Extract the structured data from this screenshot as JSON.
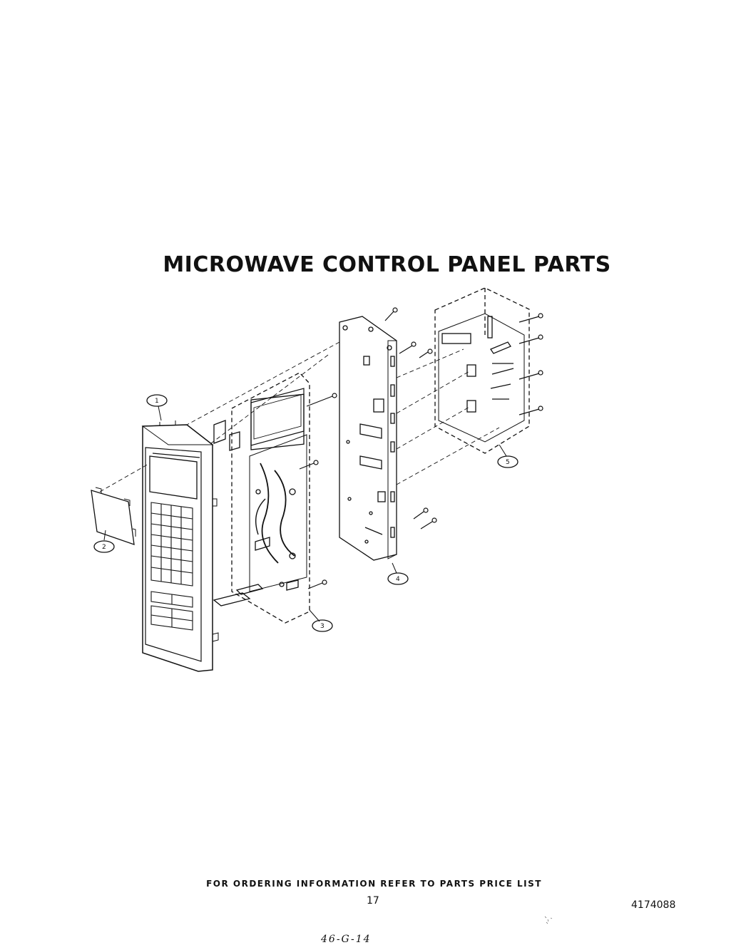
{
  "title": "MICROWAVE CONTROL PANEL PARTS",
  "callouts": [
    "1",
    "2",
    "3",
    "4",
    "5"
  ],
  "footer": "FOR ORDERING INFORMATION REFER TO PARTS PRICE LIST",
  "page_number": "17",
  "document_number": "4174088",
  "handwritten_note": "46-G-14"
}
